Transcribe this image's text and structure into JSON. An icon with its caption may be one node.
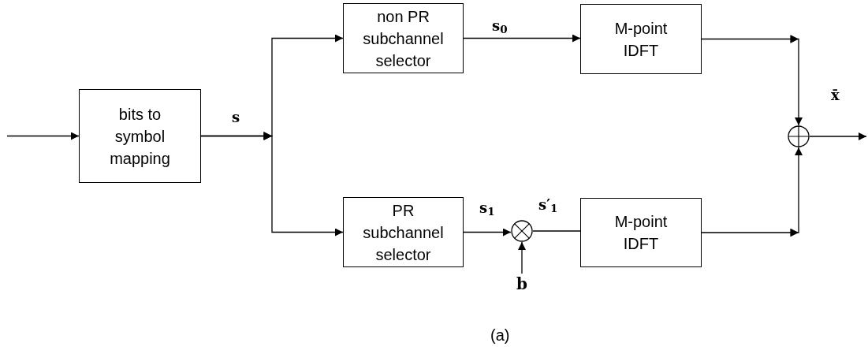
{
  "diagram": {
    "caption": "(a)",
    "nodes": [
      {
        "text": [
          "bits to symbol mapping"
        ]
      },
      {
        "text": [
          "non PR subchannel selector"
        ]
      },
      {
        "text": [
          "PR subchannel selector"
        ]
      },
      {
        "text": [
          "M-point IDFT"
        ]
      },
      {
        "text": [],
        "shape": "circle"
      },
      {
        "text": [
          "M-point IDFT"
        ]
      },
      {
        "text": [],
        "shape": "circle"
      },
      {
        "text": [
          "b"
        ]
      }
    ],
    "edges": [
      {
        "from": null,
        "to": 0,
        "arrow": "to"
      },
      {
        "from": 0,
        "to": 1,
        "arrow": "to",
        "label": "s"
      },
      {
        "from": 0,
        "to": 2,
        "arrow": "to"
      },
      {
        "from": 1,
        "to": 3,
        "arrow": "to",
        "label": "s$_{0}$"
      },
      {
        "from": 2,
        "to": 4,
        "arrow": "to",
        "label": "s$_{1}$"
      },
      {
        "from": 7,
        "to": 4,
        "arrow": "to"
      },
      {
        "from": 4,
        "to": 5,
        "arrow": "none",
        "label": "s′$_{1}$"
      },
      {
        "from": 3,
        "to": 6,
        "arrow": "to"
      },
      {
        "from": 5,
        "to": 6,
        "arrow": "to"
      },
      {
        "from": 6,
        "to": null,
        "arrow": "to",
        "label": "x̄"
      }
    ]
  }
}
